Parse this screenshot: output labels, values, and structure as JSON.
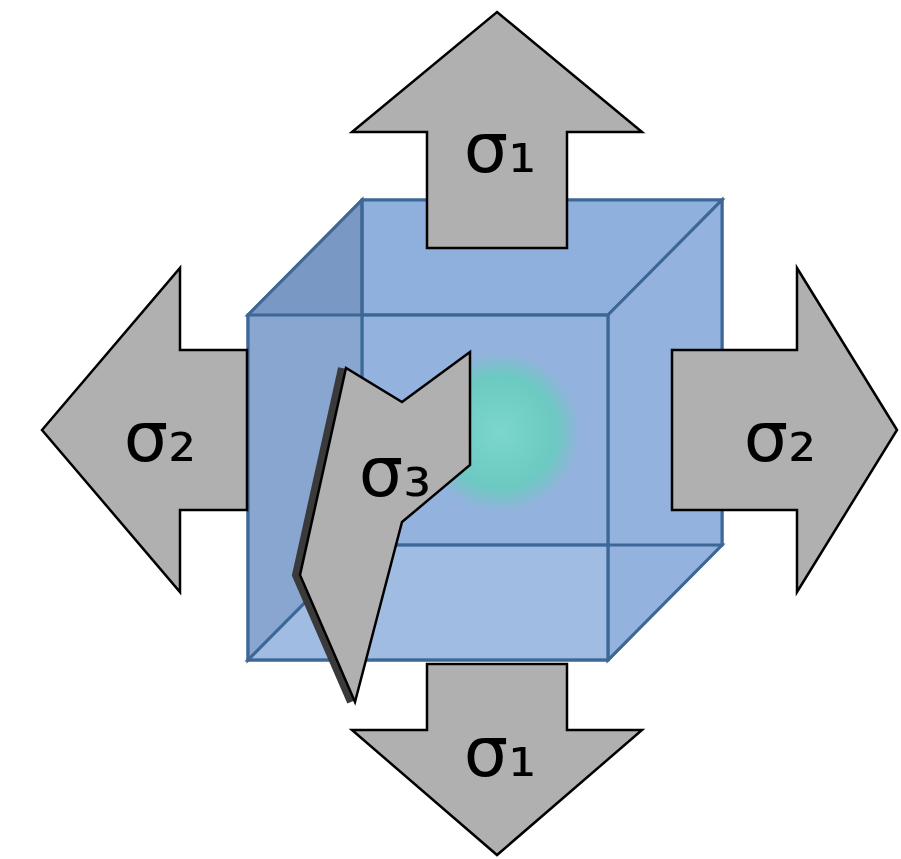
{
  "diagram": {
    "nodes": [
      {
        "text": [
          "σ₁"
        ]
      },
      {
        "text": [
          "σ₂"
        ]
      },
      {
        "text": [
          "σ₃"
        ]
      },
      {
        "text": [
          "σ₂"
        ]
      },
      {
        "text": [
          "σ₁"
        ]
      }
    ]
  }
}
